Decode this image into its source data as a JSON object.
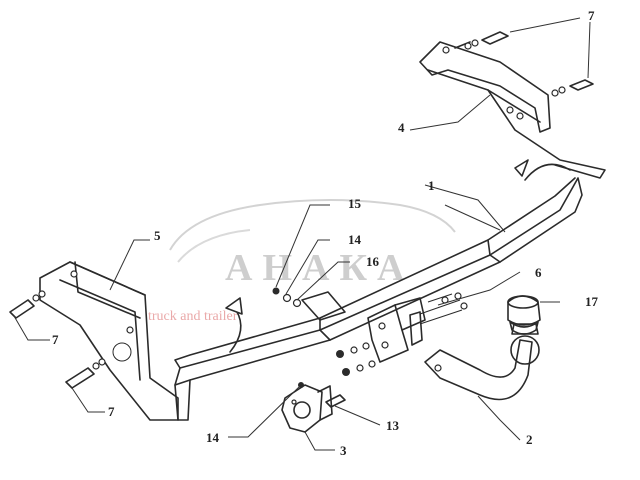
{
  "watermark": {
    "brand": "АНАКА",
    "tagline": "truck and trailer"
  },
  "callouts": [
    {
      "id": "1",
      "text": "1"
    },
    {
      "id": "2",
      "text": "2"
    },
    {
      "id": "3",
      "text": "3"
    },
    {
      "id": "4",
      "text": "4"
    },
    {
      "id": "5",
      "text": "5"
    },
    {
      "id": "6",
      "text": "6"
    },
    {
      "id": "7a",
      "text": "7"
    },
    {
      "id": "7b",
      "text": "7"
    },
    {
      "id": "7c",
      "text": "7"
    },
    {
      "id": "13",
      "text": "13"
    },
    {
      "id": "14a",
      "text": "14"
    },
    {
      "id": "14b",
      "text": "14"
    },
    {
      "id": "15",
      "text": "15"
    },
    {
      "id": "16",
      "text": "16"
    },
    {
      "id": "17",
      "text": "17"
    }
  ]
}
